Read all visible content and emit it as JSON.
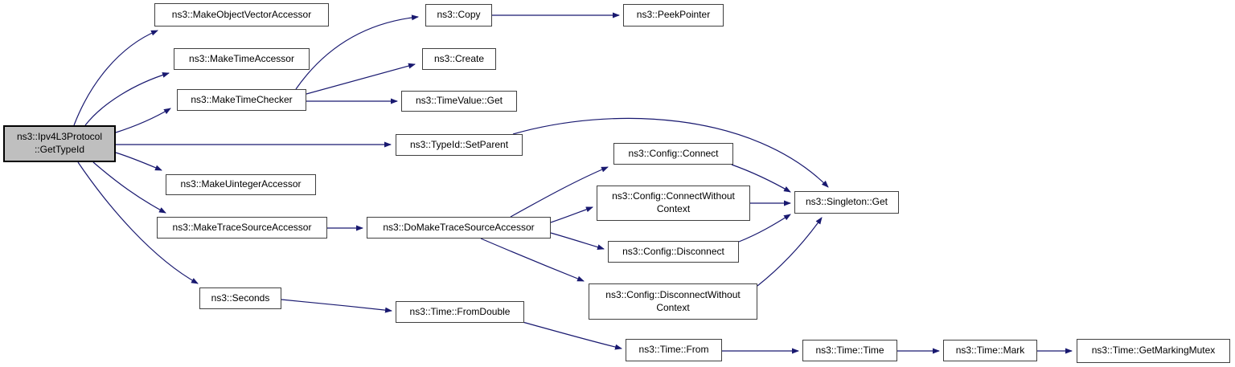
{
  "diagram": {
    "kind": "call-graph",
    "root_function": "ns3::Ipv4L3Protocol::GetTypeId",
    "colors": {
      "edge": "#191970",
      "node_border": "#404040",
      "node_fill": "#ffffff",
      "highlight_fill": "#bfbfbf",
      "highlight_border": "#000000",
      "text": "#000000"
    }
  },
  "nodes": [
    {
      "id": "gettypeid",
      "label": "ns3::Ipv4L3Protocol\n::GetTypeId",
      "highlighted": true
    },
    {
      "id": "makeobjectvectoraccessor",
      "label": "ns3::MakeObjectVectorAccessor"
    },
    {
      "id": "copy",
      "label": "ns3::Copy"
    },
    {
      "id": "peekpointer",
      "label": "ns3::PeekPointer"
    },
    {
      "id": "maketimeaccessor",
      "label": "ns3::MakeTimeAccessor"
    },
    {
      "id": "create",
      "label": "ns3::Create"
    },
    {
      "id": "maketimechecker",
      "label": "ns3::MakeTimeChecker"
    },
    {
      "id": "timevalue-get",
      "label": "ns3::TimeValue::Get"
    },
    {
      "id": "typeid-setparent",
      "label": "ns3::TypeId::SetParent"
    },
    {
      "id": "config-connect",
      "label": "ns3::Config::Connect"
    },
    {
      "id": "makeuintegeraccessor",
      "label": "ns3::MakeUintegerAccessor"
    },
    {
      "id": "config-connectwithoutcontext",
      "label": "ns3::Config::ConnectWithout\nContext"
    },
    {
      "id": "singleton-get",
      "label": "ns3::Singleton::Get"
    },
    {
      "id": "maketracesourceaccessor",
      "label": "ns3::MakeTraceSourceAccessor"
    },
    {
      "id": "domaketracesourceaccessor",
      "label": "ns3::DoMakeTraceSourceAccessor"
    },
    {
      "id": "config-disconnect",
      "label": "ns3::Config::Disconnect"
    },
    {
      "id": "config-disconnectwithoutcontext",
      "label": "ns3::Config::DisconnectWithout\nContext"
    },
    {
      "id": "seconds",
      "label": "ns3::Seconds"
    },
    {
      "id": "time-fromdouble",
      "label": "ns3::Time::FromDouble"
    },
    {
      "id": "time-from",
      "label": "ns3::Time::From"
    },
    {
      "id": "time-time",
      "label": "ns3::Time::Time"
    },
    {
      "id": "time-mark",
      "label": "ns3::Time::Mark"
    },
    {
      "id": "time-getmarkingmutex",
      "label": "ns3::Time::GetMarkingMutex"
    }
  ],
  "edges": [
    {
      "from": "gettypeid",
      "to": "makeobjectvectoraccessor"
    },
    {
      "from": "gettypeid",
      "to": "maketimeaccessor"
    },
    {
      "from": "gettypeid",
      "to": "maketimechecker"
    },
    {
      "from": "gettypeid",
      "to": "typeid-setparent"
    },
    {
      "from": "gettypeid",
      "to": "makeuintegeraccessor"
    },
    {
      "from": "gettypeid",
      "to": "maketracesourceaccessor"
    },
    {
      "from": "gettypeid",
      "to": "seconds"
    },
    {
      "from": "maketimechecker",
      "to": "copy"
    },
    {
      "from": "maketimechecker",
      "to": "create"
    },
    {
      "from": "maketimechecker",
      "to": "timevalue-get"
    },
    {
      "from": "copy",
      "to": "peekpointer"
    },
    {
      "from": "typeid-setparent",
      "to": "singleton-get"
    },
    {
      "from": "maketracesourceaccessor",
      "to": "domaketracesourceaccessor"
    },
    {
      "from": "domaketracesourceaccessor",
      "to": "config-connect"
    },
    {
      "from": "domaketracesourceaccessor",
      "to": "config-connectwithoutcontext"
    },
    {
      "from": "domaketracesourceaccessor",
      "to": "config-disconnect"
    },
    {
      "from": "domaketracesourceaccessor",
      "to": "config-disconnectwithoutcontext"
    },
    {
      "from": "config-connect",
      "to": "singleton-get"
    },
    {
      "from": "config-connectwithoutcontext",
      "to": "singleton-get"
    },
    {
      "from": "config-disconnect",
      "to": "singleton-get"
    },
    {
      "from": "config-disconnectwithoutcontext",
      "to": "singleton-get"
    },
    {
      "from": "seconds",
      "to": "time-fromdouble"
    },
    {
      "from": "time-fromdouble",
      "to": "time-from"
    },
    {
      "from": "time-from",
      "to": "time-time"
    },
    {
      "from": "time-time",
      "to": "time-mark"
    },
    {
      "from": "time-mark",
      "to": "time-getmarkingmutex"
    }
  ]
}
